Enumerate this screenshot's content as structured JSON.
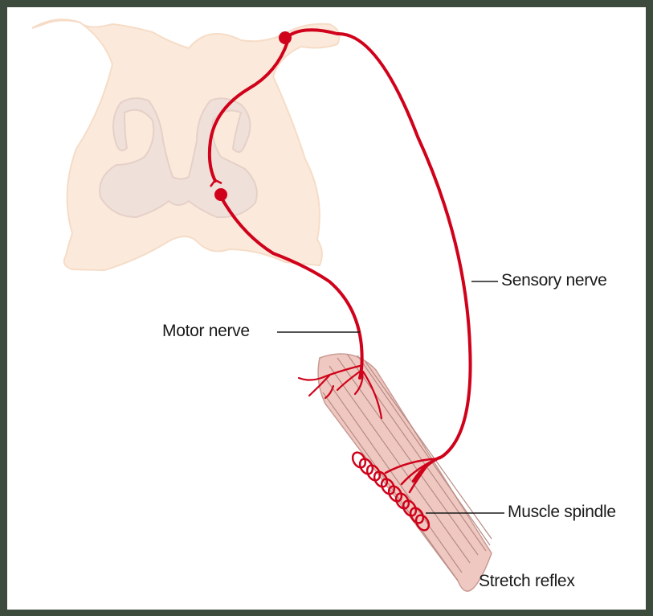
{
  "labels": {
    "sensory_nerve": "Sensory nerve",
    "motor_nerve": "Motor nerve",
    "muscle_spindle": "Muscle spindle",
    "stretch_reflex": "Stretch reflex"
  },
  "colors": {
    "background_frame": "#3d4b3c",
    "nerve": "#d0021b",
    "spinal_cord_white_matter": "#fbeadb",
    "spinal_cord_gray_matter": "#efe0da",
    "muscle": "#efc9c1",
    "muscle_lines": "#b88a86"
  }
}
